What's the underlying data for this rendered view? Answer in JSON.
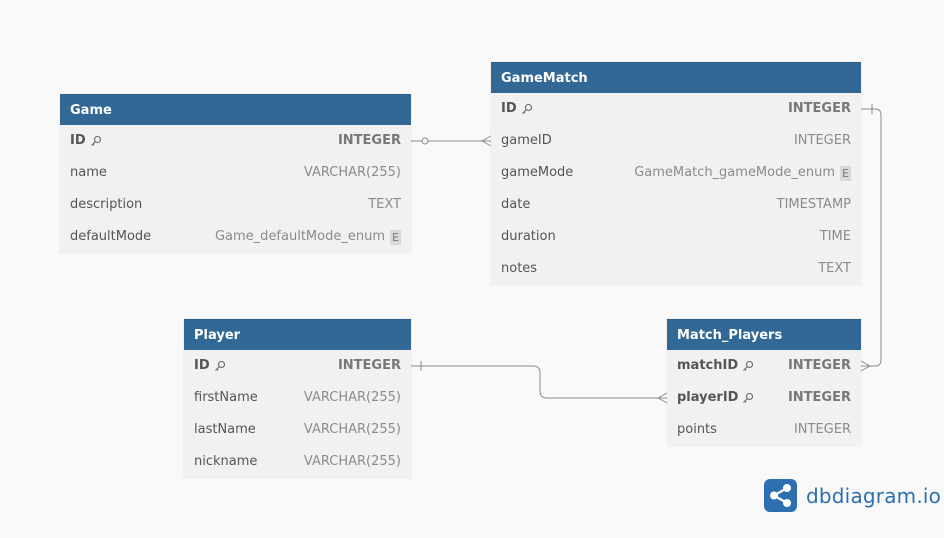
{
  "tables": {
    "game": {
      "name": "Game",
      "fields": [
        {
          "name": "ID",
          "type": "INTEGER",
          "pk": true,
          "enum": false
        },
        {
          "name": "name",
          "type": "VARCHAR(255)",
          "pk": false,
          "enum": false
        },
        {
          "name": "description",
          "type": "TEXT",
          "pk": false,
          "enum": false
        },
        {
          "name": "defaultMode",
          "type": "Game_defaultMode_enum",
          "pk": false,
          "enum": true
        }
      ]
    },
    "gamematch": {
      "name": "GameMatch",
      "fields": [
        {
          "name": "ID",
          "type": "INTEGER",
          "pk": true,
          "enum": false
        },
        {
          "name": "gameID",
          "type": "INTEGER",
          "pk": false,
          "enum": false
        },
        {
          "name": "gameMode",
          "type": "GameMatch_gameMode_enum",
          "pk": false,
          "enum": true
        },
        {
          "name": "date",
          "type": "TIMESTAMP",
          "pk": false,
          "enum": false
        },
        {
          "name": "duration",
          "type": "TIME",
          "pk": false,
          "enum": false
        },
        {
          "name": "notes",
          "type": "TEXT",
          "pk": false,
          "enum": false
        }
      ]
    },
    "player": {
      "name": "Player",
      "fields": [
        {
          "name": "ID",
          "type": "INTEGER",
          "pk": true,
          "enum": false
        },
        {
          "name": "firstName",
          "type": "VARCHAR(255)",
          "pk": false,
          "enum": false
        },
        {
          "name": "lastName",
          "type": "VARCHAR(255)",
          "pk": false,
          "enum": false
        },
        {
          "name": "nickname",
          "type": "VARCHAR(255)",
          "pk": false,
          "enum": false
        }
      ]
    },
    "match_players": {
      "name": "Match_Players",
      "fields": [
        {
          "name": "matchID",
          "type": "INTEGER",
          "pk": true,
          "enum": false
        },
        {
          "name": "playerID",
          "type": "INTEGER",
          "pk": true,
          "enum": false
        },
        {
          "name": "points",
          "type": "INTEGER",
          "pk": false,
          "enum": false
        }
      ]
    }
  },
  "enum_badge_letter": "E",
  "brand": {
    "text": "dbdiagram.io"
  },
  "colors": {
    "header": "#316896",
    "body": "#f1f1f2",
    "line": "#8a8a8a",
    "brand": "#2e6fb0"
  }
}
